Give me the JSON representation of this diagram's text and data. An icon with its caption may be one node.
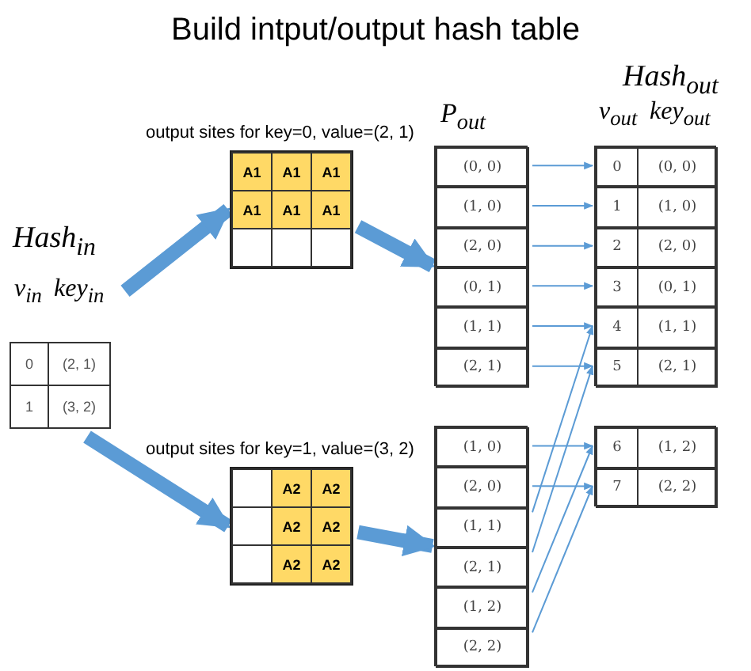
{
  "diagram": {
    "title": "Build intput/output hash table",
    "nodes": [
      {
        "text": [
          "Hash$_{in}$",
          "v$_{in}$",
          "key$_{in}$",
          "0",
          "(2, 1)",
          "1",
          "(3, 2)"
        ]
      },
      {
        "text": [
          "A1",
          "A1",
          "A1",
          "A1",
          "A1",
          "A1"
        ],
        "beside": [
          "output sites for key=0, value=(2, 1)"
        ]
      },
      {
        "text": [
          "A2",
          "A2",
          "A2",
          "A2",
          "A2",
          "A2"
        ],
        "beside": [
          "output sites for key=1, value=(3, 2)"
        ]
      },
      {
        "text": [],
        "shape": "box"
      },
      {
        "text": [
          "(0, 0)"
        ],
        "in": 3
      },
      {
        "text": [
          "(1, 0)"
        ],
        "in": 3
      },
      {
        "text": [
          "(2, 0)"
        ],
        "in": 3
      },
      {
        "text": [
          "(0, 1)"
        ],
        "in": 3
      },
      {
        "text": [
          "(1, 1)"
        ],
        "in": 3
      },
      {
        "text": [
          "(2, 1)"
        ],
        "in": 3
      },
      {
        "text": [],
        "shape": "box"
      },
      {
        "text": [
          "(1, 0)"
        ],
        "in": 10
      },
      {
        "text": [
          "(2, 0)"
        ],
        "in": 10
      },
      {
        "text": [
          "(1, 1)"
        ],
        "in": 10
      },
      {
        "text": [
          "(2, 1)"
        ],
        "in": 10
      },
      {
        "text": [
          "(1, 2)"
        ],
        "in": 10
      },
      {
        "text": [
          "(2, 2)"
        ],
        "in": 10
      },
      {
        "text": [],
        "shape": "box"
      },
      {
        "text": [
          "0",
          "(0, 0)"
        ],
        "in": 17
      },
      {
        "text": [
          "1",
          "(1, 0)"
        ],
        "in": 17
      },
      {
        "text": [
          "2",
          "(2, 0)"
        ],
        "in": 17
      },
      {
        "text": [
          "3",
          "(0, 1)"
        ],
        "in": 17
      },
      {
        "text": [
          "4",
          "(1, 1)"
        ],
        "in": 17
      },
      {
        "text": [
          "5",
          "(2, 1)"
        ],
        "in": 17
      },
      {
        "text": [],
        "shape": "box"
      },
      {
        "text": [
          "6",
          "(1, 2)"
        ],
        "in": 24
      },
      {
        "text": [
          "7",
          "(2, 2)"
        ],
        "in": 24
      }
    ],
    "edges": [
      {
        "from": 0,
        "to": 1,
        "arrow": "to",
        "style": "thick"
      },
      {
        "from": 0,
        "to": 2,
        "arrow": "to",
        "style": "thick"
      },
      {
        "from": 1,
        "to": 3,
        "arrow": "to",
        "style": "thick"
      },
      {
        "from": 2,
        "to": 10,
        "arrow": "to",
        "style": "thick"
      },
      {
        "from": 4,
        "to": 18,
        "arrow": "to"
      },
      {
        "from": 5,
        "to": 19,
        "arrow": "to"
      },
      {
        "from": 6,
        "to": 20,
        "arrow": "to"
      },
      {
        "from": 7,
        "to": 21,
        "arrow": "to"
      },
      {
        "from": 8,
        "to": 22,
        "arrow": "to"
      },
      {
        "from": 9,
        "to": 23,
        "arrow": "to"
      },
      {
        "from": 11,
        "to": 25,
        "arrow": "to"
      },
      {
        "from": 12,
        "to": 26,
        "arrow": "to"
      },
      {
        "from": 13,
        "to": 22,
        "arrow": "to"
      },
      {
        "from": 14,
        "to": 23,
        "arrow": "to"
      },
      {
        "from": 15,
        "to": 25,
        "arrow": "to"
      },
      {
        "from": 16,
        "to": 26,
        "arrow": "to"
      }
    ],
    "labels": [
      "P$_{out}$",
      "Hash$_{out}$",
      "v$_{out}$",
      "key$_{out}$"
    ]
  }
}
